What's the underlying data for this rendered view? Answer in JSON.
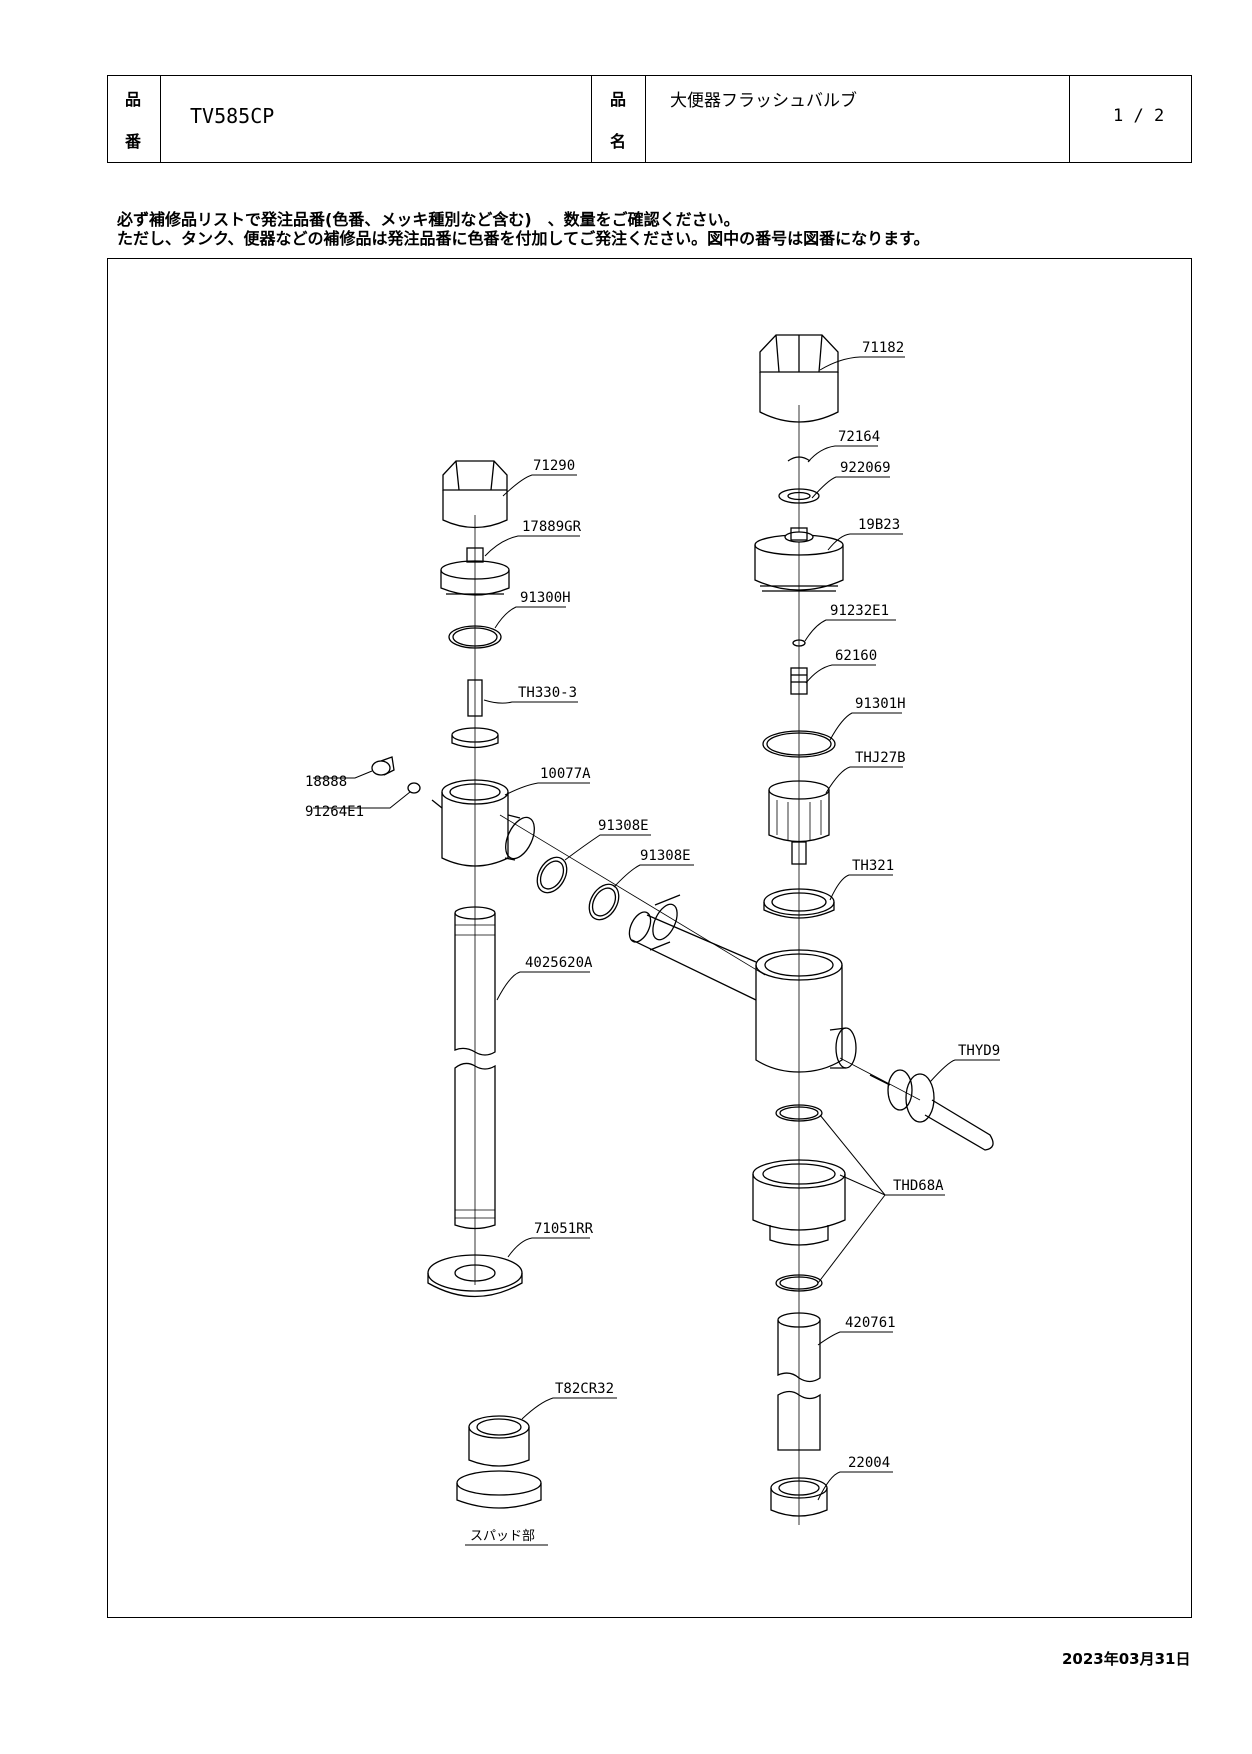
{
  "header": {
    "part_no_label_1": "品",
    "part_no_label_2": "番",
    "model": "TV585CP",
    "name_label_1": "品",
    "name_label_2": "名",
    "product_name": "大便器フラッシュバルブ",
    "page": "1 / 2"
  },
  "notes": [
    "必ず補修品リストで発注品番(色番、メッキ種別など含む)　、数量をご確認ください。",
    "ただし、タンク、便器などの補修品は発注品番に色番を付加してご発注ください。図中の番号は図番になります。"
  ],
  "parts": {
    "p71182": "71182",
    "p72164": "72164",
    "p922069": "922069",
    "p19B23": "19B23",
    "p91232E1": "91232E1",
    "p62160": "62160",
    "p91301H": "91301H",
    "pTHJ27B": "THJ27B",
    "pTH321": "TH321",
    "pTHYD9": "THYD9",
    "pTHD68A": "THD68A",
    "p420761": "420761",
    "p22004": "22004",
    "p71290": "71290",
    "p17889GR": "17889GR",
    "p91300H": "91300H",
    "pTH330_3": "TH330-3",
    "p18888": "18888",
    "p91264E1": "91264E1",
    "p10077A": "10077A",
    "p91308E_a": "91308E",
    "p91308E_b": "91308E",
    "p4025620A": "4025620A",
    "p71051RR": "71051RR",
    "pT82CR32": "T82CR32",
    "spud_label": "スパッド部"
  },
  "footer": {
    "date": "2023年03月31日"
  }
}
